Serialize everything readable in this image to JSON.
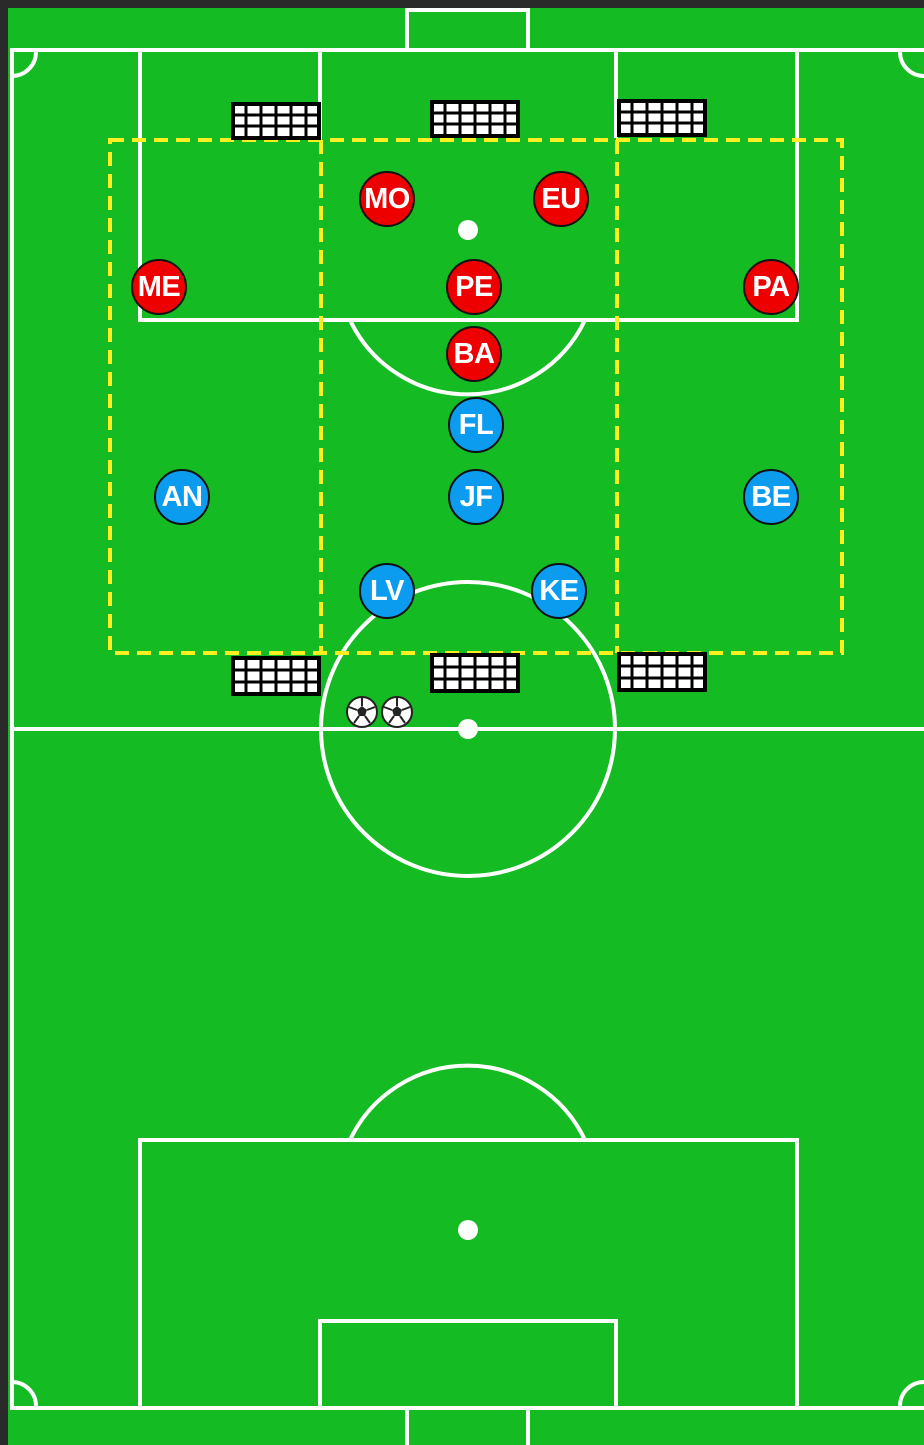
{
  "drill": {
    "colors": {
      "pitch": "#14bb22",
      "lines": "#ffffff",
      "zone": "#ffee22",
      "team_red": "#ee0000",
      "team_blue": "#0b9cf0",
      "background": "#2a2a2a"
    },
    "red_players": [
      {
        "id": "mo",
        "label": "MO"
      },
      {
        "id": "eu",
        "label": "EU"
      },
      {
        "id": "me",
        "label": "ME"
      },
      {
        "id": "pe",
        "label": "PE"
      },
      {
        "id": "pa",
        "label": "PA"
      },
      {
        "id": "ba",
        "label": "BA"
      }
    ],
    "blue_players": [
      {
        "id": "fl",
        "label": "FL"
      },
      {
        "id": "an",
        "label": "AN"
      },
      {
        "id": "jf",
        "label": "JF"
      },
      {
        "id": "be",
        "label": "BE"
      },
      {
        "id": "lv",
        "label": "LV"
      },
      {
        "id": "ke",
        "label": "KE"
      }
    ],
    "mini_goals": [
      "top-left",
      "top-center",
      "top-right",
      "bottom-left",
      "bottom-center",
      "bottom-right"
    ],
    "balls": {
      "count": 2,
      "icon": "soccer-ball-icon"
    }
  }
}
